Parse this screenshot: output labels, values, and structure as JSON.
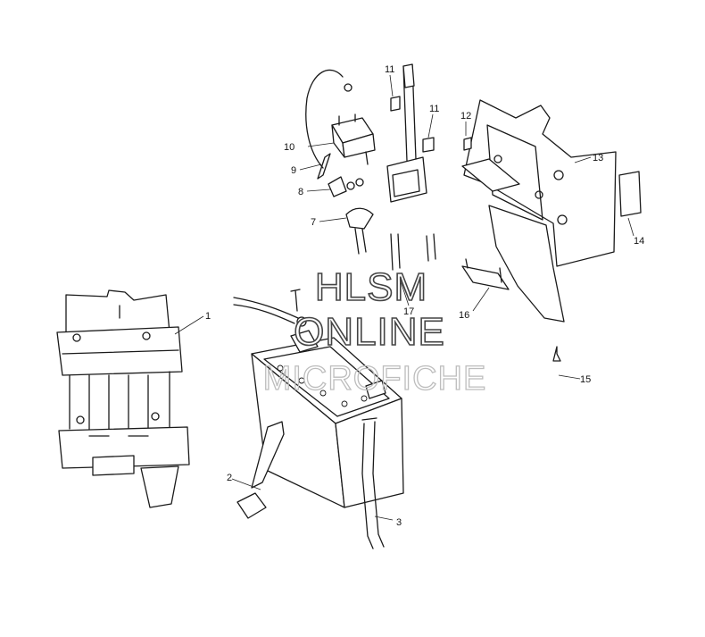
{
  "watermark": {
    "line1": "HLSM",
    "line2": "ONLINE",
    "line3": "MICROFICHE"
  },
  "callouts": {
    "c1": "1",
    "c2": "2",
    "c3": "3",
    "c7": "7",
    "c8": "8",
    "c9": "9",
    "c10": "10",
    "c11a": "11",
    "c11b": "11",
    "c12": "12",
    "c13": "13",
    "c14": "14",
    "c15": "15",
    "c16": "16",
    "c17": "17"
  }
}
